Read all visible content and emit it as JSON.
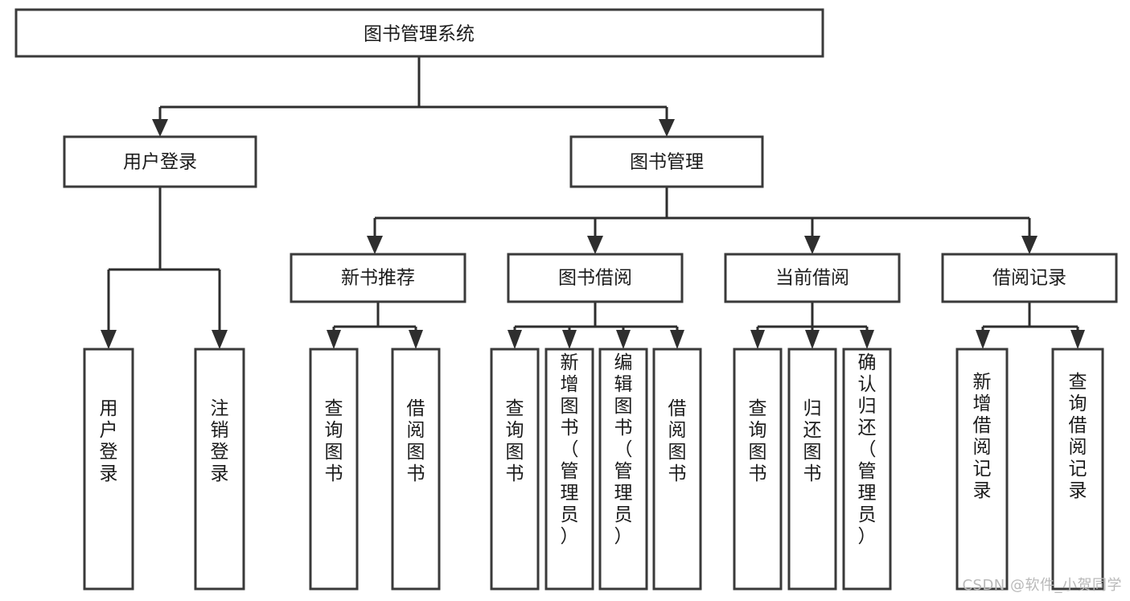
{
  "diagram": {
    "type": "tree",
    "title": "图书管理系统",
    "root": {
      "id": "root",
      "label": "图书管理系统",
      "orientation": "horizontal"
    },
    "level2": [
      {
        "id": "user-login",
        "label": "用户登录",
        "orientation": "horizontal"
      },
      {
        "id": "book-manage",
        "label": "图书管理",
        "orientation": "horizontal"
      }
    ],
    "level3": [
      {
        "id": "new-book-rec",
        "label": "新书推荐",
        "parent": "book-manage",
        "orientation": "horizontal"
      },
      {
        "id": "book-borrow",
        "label": "图书借阅",
        "parent": "book-manage",
        "orientation": "horizontal"
      },
      {
        "id": "current-borrow",
        "label": "当前借阅",
        "parent": "book-manage",
        "orientation": "horizontal"
      },
      {
        "id": "borrow-record",
        "label": "借阅记录",
        "parent": "book-manage",
        "orientation": "horizontal"
      }
    ],
    "leaves": [
      {
        "id": "leaf-user-login",
        "label": "用户登录",
        "parent": "user-login",
        "orientation": "vertical"
      },
      {
        "id": "leaf-logout",
        "label": "注销登录",
        "parent": "user-login",
        "orientation": "vertical"
      },
      {
        "id": "leaf-query-book-1",
        "label": "查询图书",
        "parent": "new-book-rec",
        "orientation": "vertical"
      },
      {
        "id": "leaf-borrow-book-1",
        "label": "借阅图书",
        "parent": "new-book-rec",
        "orientation": "vertical"
      },
      {
        "id": "leaf-query-book-2",
        "label": "查询图书",
        "parent": "book-borrow",
        "orientation": "vertical"
      },
      {
        "id": "leaf-add-book",
        "label": "新增图书（管理员）",
        "parent": "book-borrow",
        "orientation": "vertical"
      },
      {
        "id": "leaf-edit-book",
        "label": "编辑图书（管理员）",
        "parent": "book-borrow",
        "orientation": "vertical"
      },
      {
        "id": "leaf-borrow-book-2",
        "label": "借阅图书",
        "parent": "book-borrow",
        "orientation": "vertical"
      },
      {
        "id": "leaf-query-book-3",
        "label": "查询图书",
        "parent": "current-borrow",
        "orientation": "vertical"
      },
      {
        "id": "leaf-return-book",
        "label": "归还图书",
        "parent": "current-borrow",
        "orientation": "vertical"
      },
      {
        "id": "leaf-confirm-return",
        "label": "确认归还（管理员）",
        "parent": "current-borrow",
        "orientation": "vertical"
      },
      {
        "id": "leaf-add-record",
        "label": "新增借阅记录",
        "parent": "borrow-record",
        "orientation": "vertical"
      },
      {
        "id": "leaf-query-record",
        "label": "查询借阅记录",
        "parent": "borrow-record",
        "orientation": "vertical"
      }
    ],
    "colors": {
      "box_stroke": "#3a3a3a",
      "box_fill": "#ffffff",
      "edge": "#2e2e2e",
      "text": "#1b1b1b",
      "background": "#ffffff",
      "watermark": "#b9b9b9"
    }
  },
  "watermark": {
    "text": "CSDN @软件_小贺同学"
  }
}
